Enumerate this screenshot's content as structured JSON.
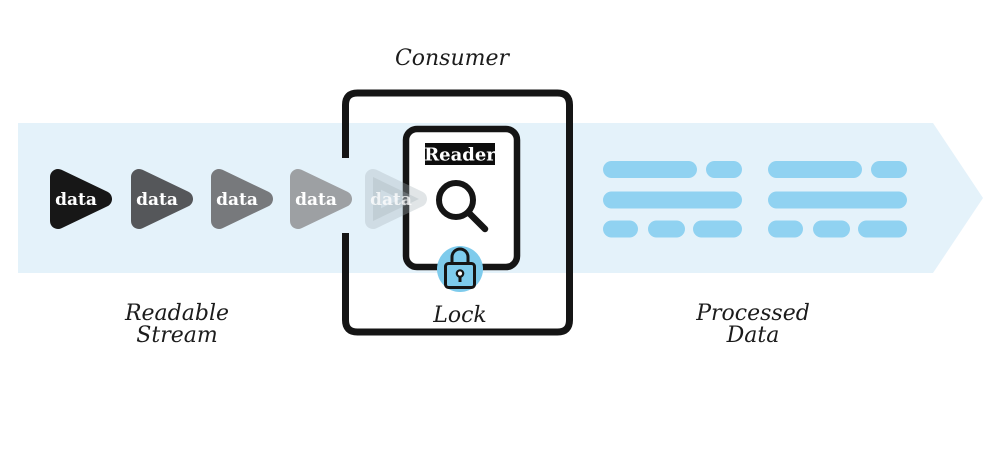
{
  "diagram": {
    "consumer_label": "Consumer",
    "reader": {
      "label": "Reader"
    },
    "lock_label": "Lock",
    "readable_stream": {
      "line1": "Readable",
      "line2": "Stream"
    },
    "processed_data": {
      "line1": "Processed",
      "line2": "Data"
    },
    "stream": {
      "items": [
        {
          "label": "data",
          "color": "#171717"
        },
        {
          "label": "data",
          "color": "#55575a"
        },
        {
          "label": "data",
          "color": "#77797c"
        },
        {
          "label": "data",
          "color": "#9da0a3"
        },
        {
          "label": "data",
          "color": "rgba(168,178,185,0.34)"
        }
      ]
    },
    "icons": {
      "magnifier": "search-icon",
      "lock": "lock-icon"
    },
    "colors": {
      "band": "#e4f2fa",
      "bar": "#90d2f1",
      "lock_circle": "#7ecbec",
      "ink": "#151515",
      "reader_label_bg": "#0d0d0d",
      "text": "#1c1c1c"
    }
  }
}
